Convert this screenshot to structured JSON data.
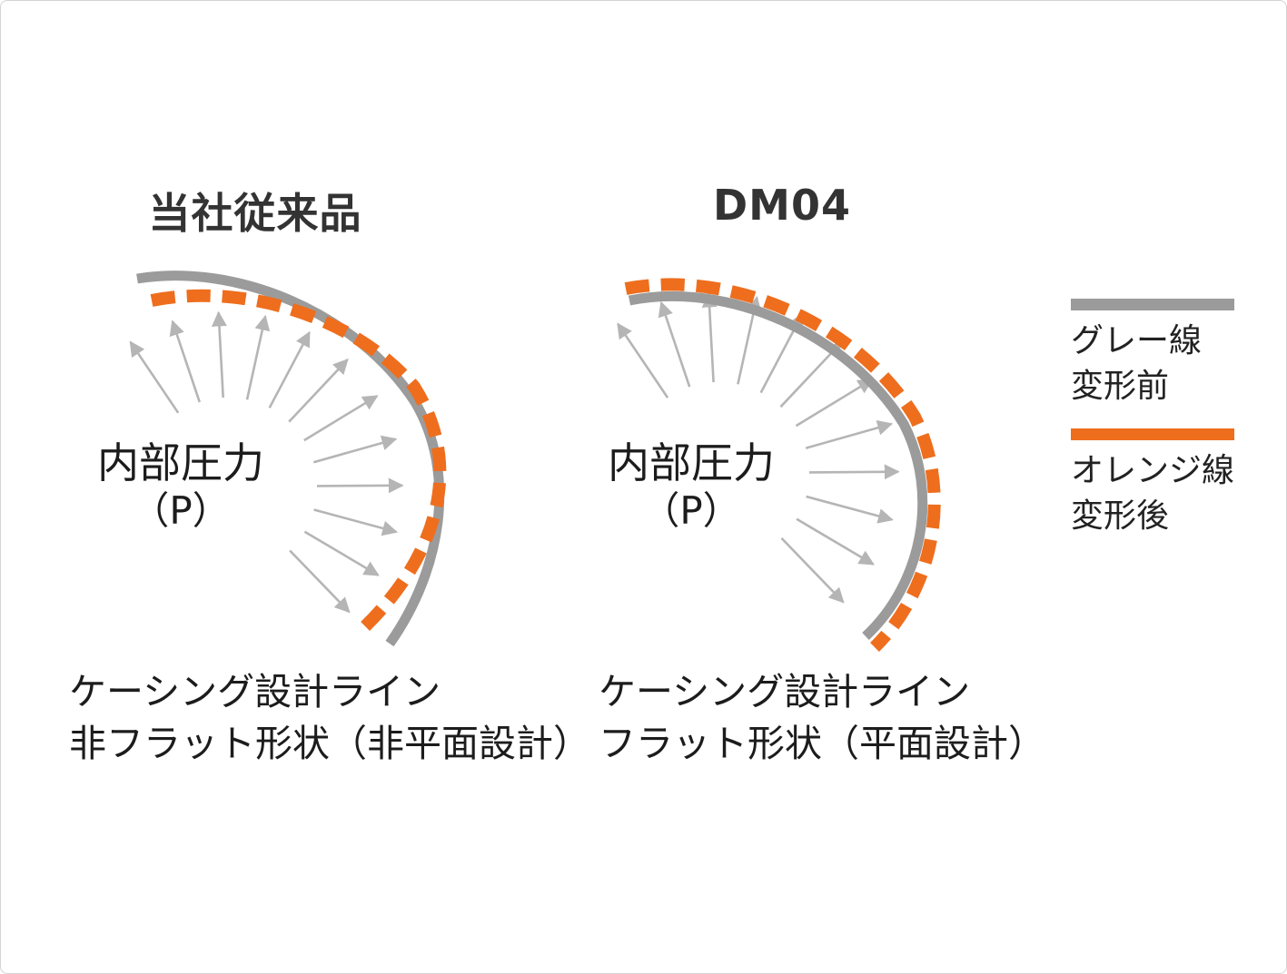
{
  "colors": {
    "before_line_gray": "#9b9b9b",
    "after_line_orange": "#ee6e1e",
    "pressure_arrow_gray": "#b5b5b5",
    "title_text": "#333333",
    "body_text": "#1c1c1c",
    "page_border": "#d4d4d4"
  },
  "panels": {
    "left": {
      "title": "当社従来品",
      "pressure_line1": "内部圧力",
      "pressure_line2": "（P）",
      "caption_line1": "ケーシング設計ライン",
      "caption_line2": "非フラット形状（非平面設計）"
    },
    "right": {
      "title": "DM04",
      "pressure_line1": "内部圧力",
      "pressure_line2": "（P）",
      "caption_line1": "ケーシング設計ライン",
      "caption_line2": "フラット形状（平面設計）"
    }
  },
  "legend": {
    "gray_line1": "グレー線",
    "gray_line2": "変形前",
    "orange_line1": "オレンジ線",
    "orange_line2": "変形後"
  }
}
